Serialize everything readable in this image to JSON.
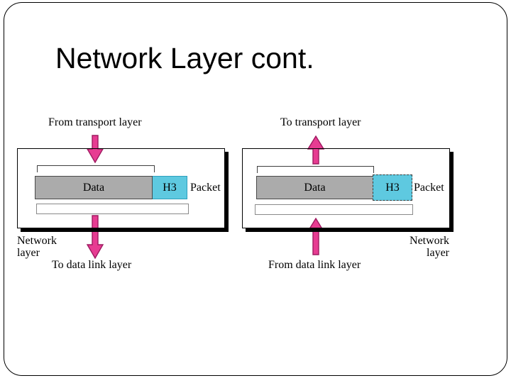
{
  "title": "Network Layer cont.",
  "colors": {
    "arrow_fill": "#e73c92",
    "arrow_outline": "#9e1a60",
    "data_gray": "#ababab",
    "header_cyan": "#5ec9e0",
    "box_border": "#000000"
  },
  "left_diagram": {
    "top_label": "From transport layer",
    "bar": {
      "data": "Data",
      "header": "H3",
      "caption": "Packet"
    },
    "layer_label_line1": "Network",
    "layer_label_line2": "layer",
    "bottom_label": "To data link layer"
  },
  "right_diagram": {
    "top_label": "To transport layer",
    "bar": {
      "data": "Data",
      "header": "H3",
      "caption": "Packet"
    },
    "layer_label_line1": "Network",
    "layer_label_line2": "layer",
    "bottom_label": "From data link layer"
  }
}
